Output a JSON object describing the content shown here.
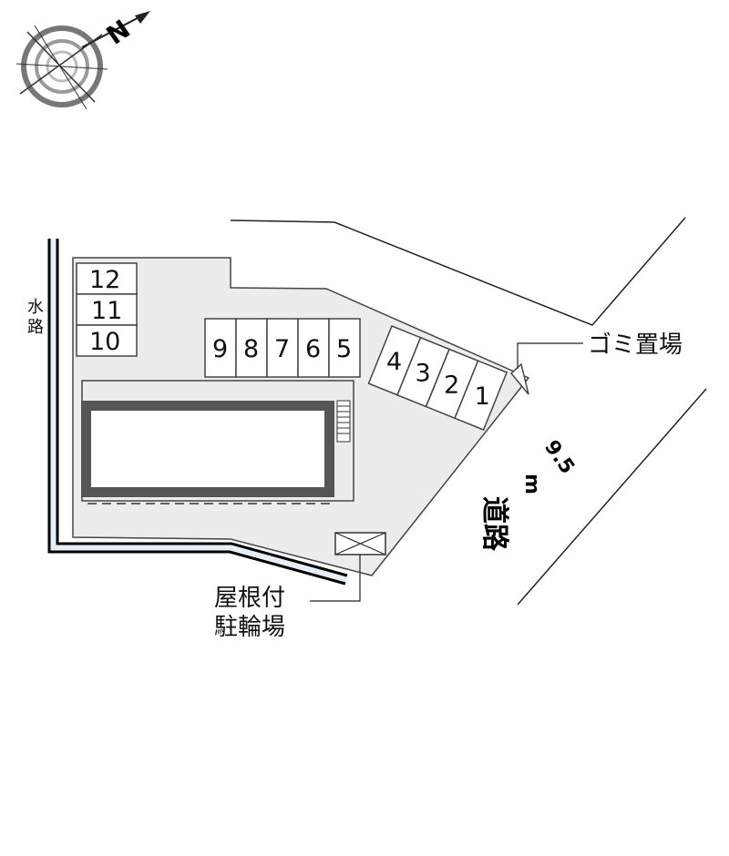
{
  "compass": {
    "north_label": "N",
    "icon": "compass-rose-icon"
  },
  "waterway": {
    "label_line1": "水",
    "label_line2": "路"
  },
  "road": {
    "label": "道路",
    "width_value": "9.5",
    "width_unit": "m"
  },
  "garbage": {
    "label": "ゴミ置場"
  },
  "bicycle": {
    "label_line1": "屋根付",
    "label_line2": "駐輪場"
  },
  "parking": {
    "group_west": [
      "12",
      "11",
      "10"
    ],
    "group_middle": [
      "9",
      "8",
      "7",
      "6",
      "5"
    ],
    "group_east": [
      "4",
      "3",
      "2",
      "1"
    ]
  },
  "colors": {
    "site_fill": "#ececec",
    "building": "#555555",
    "water": "#e6eef8"
  }
}
